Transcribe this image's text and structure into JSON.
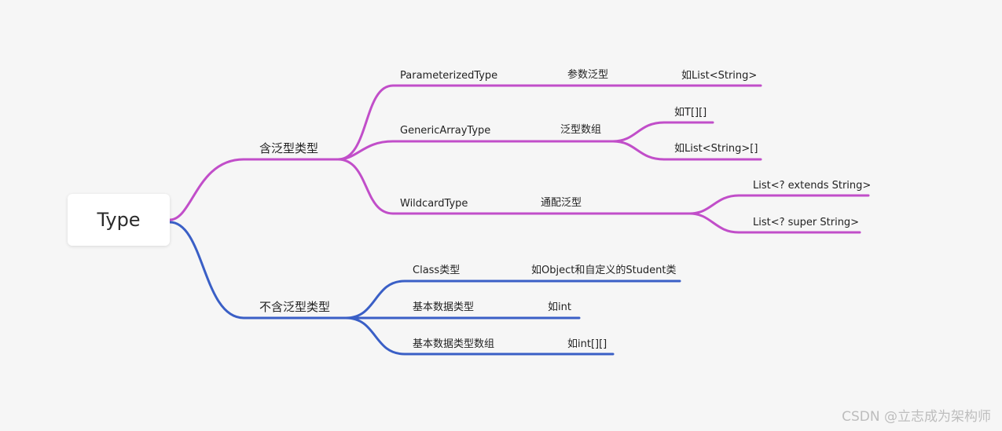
{
  "root": {
    "label": "Type"
  },
  "colors": {
    "generic": "#c14ec9",
    "plain": "#3a5fc6",
    "background": "#f6f6f6"
  },
  "branches": {
    "generic": {
      "label": "含泛型类型",
      "children": [
        {
          "type": "ParameterizedType",
          "desc": "参数泛型",
          "examples": [
            "如List<String>"
          ]
        },
        {
          "type": "GenericArrayType",
          "desc": "泛型数组",
          "examples": [
            "如T[][]",
            "如List<String>[]"
          ]
        },
        {
          "type": "WildcardType",
          "desc": "通配泛型",
          "examples": [
            "List<? extends String>",
            "List<? super String>"
          ]
        }
      ]
    },
    "plain": {
      "label": "不含泛型类型",
      "children": [
        {
          "type": "Class类型",
          "example": "如Object和自定义的Student类"
        },
        {
          "type": "基本数据类型",
          "example": "如int"
        },
        {
          "type": "基本数据类型数组",
          "example": "如int[][]"
        }
      ]
    }
  },
  "watermark": "CSDN @立志成为架构师"
}
